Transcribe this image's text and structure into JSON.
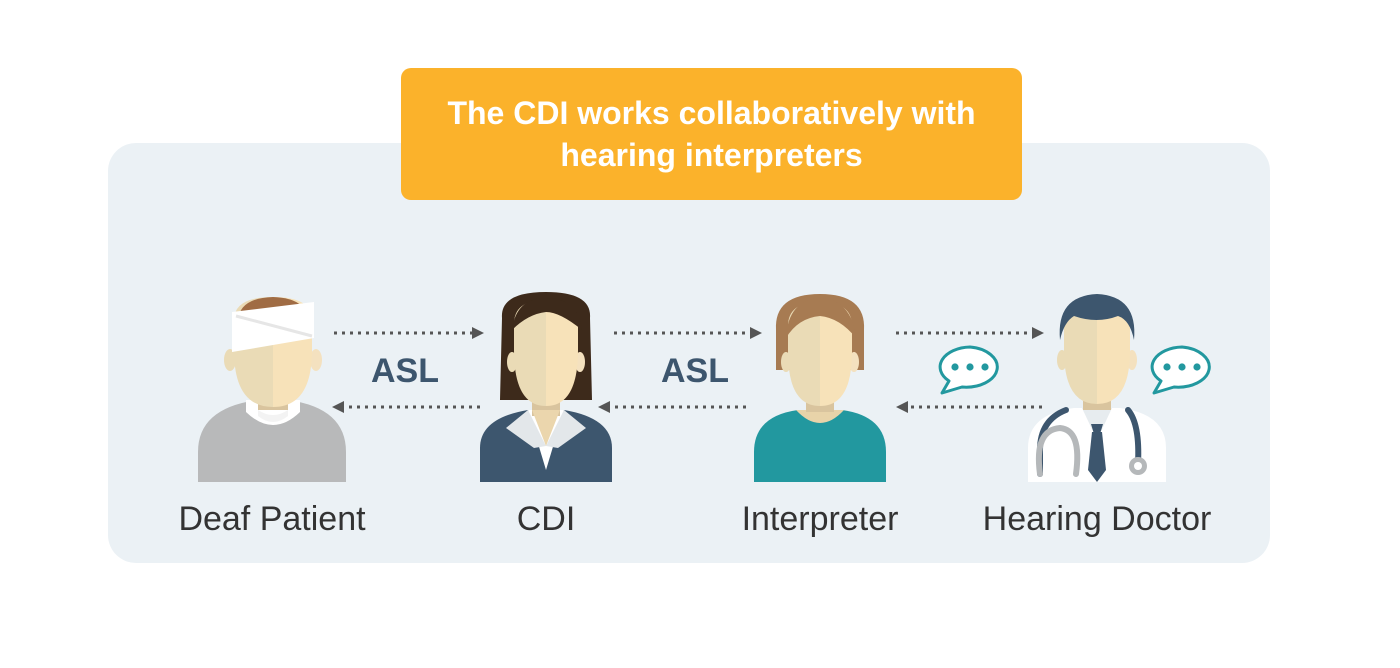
{
  "banner": {
    "line1": "The CDI works collaboratively with",
    "line2": "hearing interpreters"
  },
  "people": [
    {
      "label": "Deaf Patient"
    },
    {
      "label": "CDI"
    },
    {
      "label": "Interpreter"
    },
    {
      "label": "Hearing Doctor"
    }
  ],
  "links": [
    {
      "label": "ASL"
    },
    {
      "label": "ASL"
    },
    {
      "label": "",
      "icon": "speech-bubble-icon"
    }
  ],
  "colors": {
    "banner": "#fbb22b",
    "panel": "#ebf1f5",
    "navy": "#3d566e",
    "teal": "#22989f",
    "gray_shirt": "#b8b9ba",
    "arrow": "#555555"
  }
}
